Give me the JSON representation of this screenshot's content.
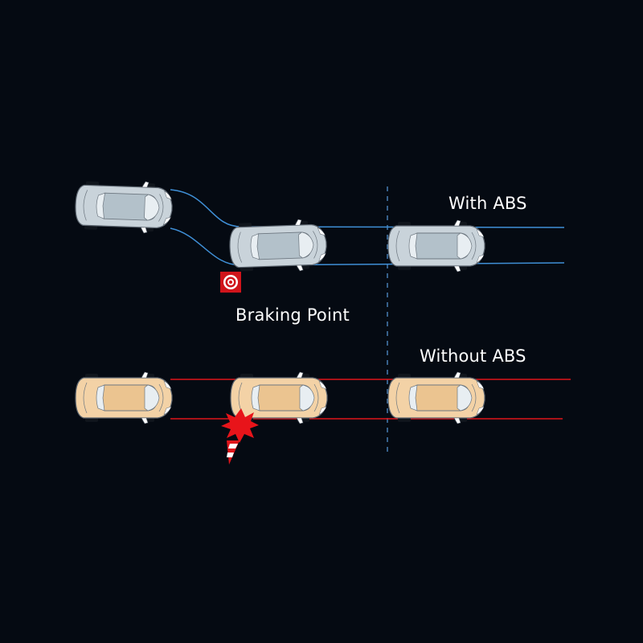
{
  "labels": {
    "with_abs": "With ABS",
    "braking_point": "Braking Point",
    "without_abs": "Without ABS"
  },
  "colors": {
    "background": "#050a12",
    "abs_track": "#3f8fd6",
    "no_abs_track": "#e0141a",
    "divider": "#4b86bf",
    "abs_car_body": "#c9d3da",
    "abs_car_cabin": "#b3c1ca",
    "no_abs_car_body": "#f3d2a6",
    "no_abs_car_cabin": "#ebc490",
    "brake_marker": "#d0141b",
    "impact": "#e8141a",
    "cone": "#e0141a"
  },
  "icons": {
    "brake_marker": "target-icon",
    "impact": "collision-burst-icon",
    "obstacle": "traffic-cone-icon"
  }
}
